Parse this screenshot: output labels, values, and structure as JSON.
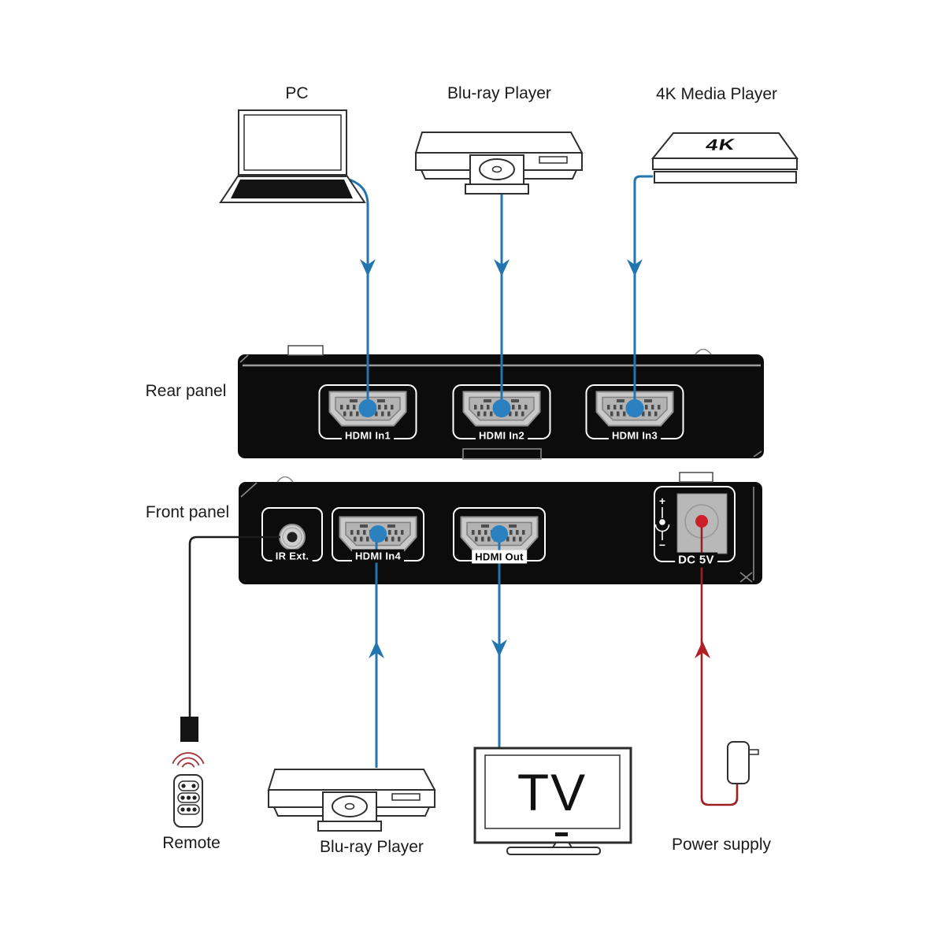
{
  "colors": {
    "cable_blue": "#2176b0",
    "dot_blue": "#2b80bf",
    "cable_red": "#9e1f23",
    "arrow_red": "#b01f24",
    "dot_red": "#cb2027",
    "wave_red": "#a23535",
    "panel_black": "#0c0c0c",
    "port_gray": "#c9c9c9"
  },
  "devices": {
    "pc": "PC",
    "bluray_top": "Blu-ray Player",
    "media_player_4k": "4K Media Player",
    "media_player_badge": "4K",
    "tv": "TV",
    "remote": "Remote",
    "bluray_bottom": "Blu-ray Player",
    "power_supply": "Power supply"
  },
  "panels": {
    "rear": {
      "label": "Rear panel"
    },
    "front": {
      "label": "Front panel"
    }
  },
  "ports": {
    "hdmi_in1": "HDMI In1",
    "hdmi_in2": "HDMI In2",
    "hdmi_in3": "HDMI In3",
    "ir_ext": "IR Ext.",
    "hdmi_in4": "HDMI In4",
    "hdmi_out": "HDMI Out",
    "dc_5v": "DC 5V",
    "dc_plus": "+",
    "dc_minus": "−"
  },
  "connections": [
    {
      "from": "PC",
      "to": "HDMI In1"
    },
    {
      "from": "Blu-ray Player",
      "to": "HDMI In2"
    },
    {
      "from": "4K Media Player",
      "to": "HDMI In3"
    },
    {
      "from": "Blu-ray Player",
      "to": "HDMI In4"
    },
    {
      "from": "HDMI Out",
      "to": "TV"
    },
    {
      "from": "Power supply",
      "to": "DC 5V"
    },
    {
      "from": "IR Ext.",
      "to": "Remote"
    }
  ]
}
